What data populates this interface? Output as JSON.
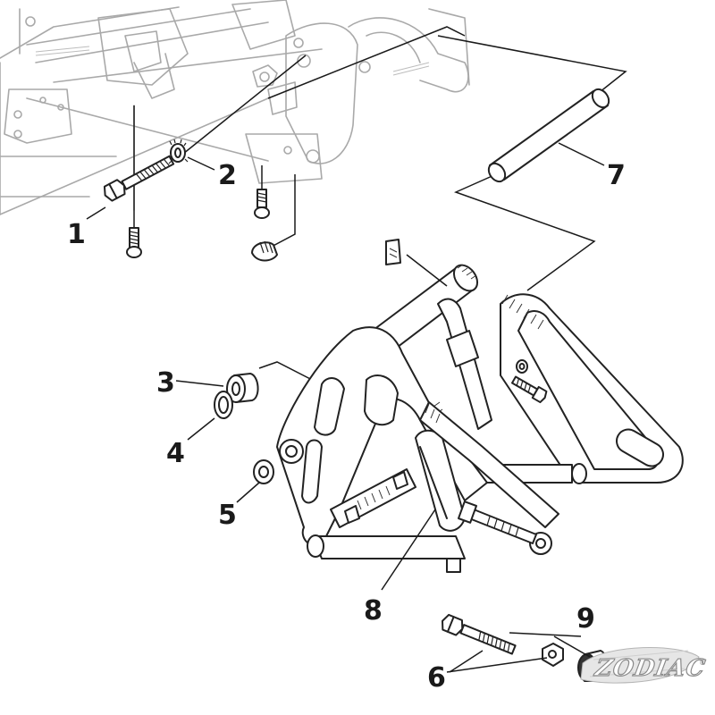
{
  "callouts": [
    {
      "id": "c1",
      "label": "1"
    },
    {
      "id": "c2",
      "label": "2"
    },
    {
      "id": "c3",
      "label": "3"
    },
    {
      "id": "c4",
      "label": "4"
    },
    {
      "id": "c5",
      "label": "5"
    },
    {
      "id": "c6",
      "label": "6"
    },
    {
      "id": "c7",
      "label": "7"
    },
    {
      "id": "c8",
      "label": "8"
    },
    {
      "id": "c9",
      "label": "9"
    }
  ],
  "watermark": {
    "text": "ZODIAC",
    "registered": "®"
  },
  "colors": {
    "ink": "#222222",
    "ghost": "#a9a9a9",
    "background": "#ffffff"
  }
}
